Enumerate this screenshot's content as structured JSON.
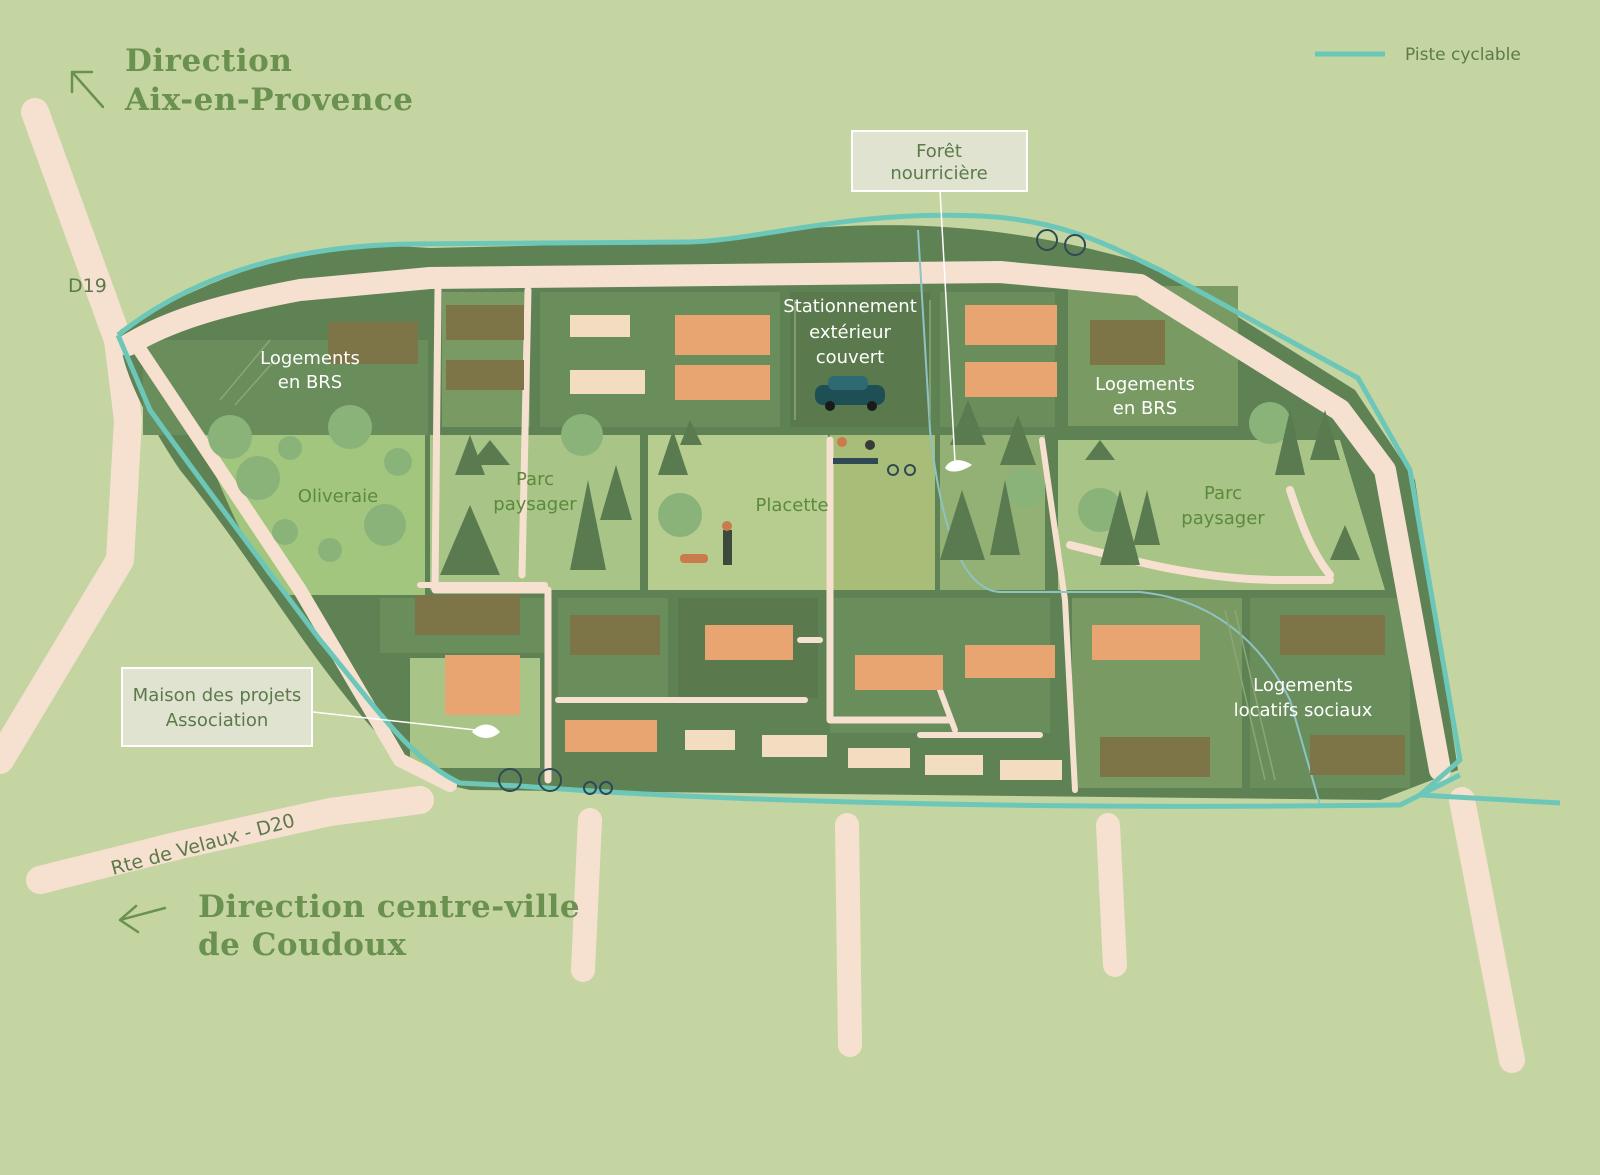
{
  "directions": {
    "north_line1": "Direction",
    "north_line2": "Aix-en-Provence",
    "south_line1": "Direction centre-ville",
    "south_line2": "de Coudoux"
  },
  "roads": {
    "d19": "D19",
    "d20": "Rte de Velaux - D20"
  },
  "legend": {
    "bike_path": "Piste cyclable",
    "bike_path_color": "#6cc7b8"
  },
  "callouts": {
    "food_forest_line1": "Forêt",
    "food_forest_line2": "nourricière",
    "project_house_line1": "Maison des projets",
    "project_house_line2": "Association"
  },
  "zones": {
    "brs_west_line1": "Logements",
    "brs_west_line2": "en BRS",
    "parking_line1": "Stationnement",
    "parking_line2": "extérieur",
    "parking_line3": "couvert",
    "brs_east_line1": "Logements",
    "brs_east_line2": "en BRS",
    "oliveraie": "Oliveraie",
    "parc_west_line1": "Parc",
    "parc_west_line2": "paysager",
    "placette": "Placette",
    "parc_east_line1": "Parc",
    "parc_east_line2": "paysager",
    "social_line1": "Logements",
    "social_line2": "locatifs sociaux"
  },
  "colors": {
    "background": "#c5d5a2",
    "road": "#f6e1d1",
    "site_dark": "#5f8254",
    "site_mid": "#7a9a64",
    "site_light": "#a8c486",
    "label_green": "#5c8a3c"
  }
}
